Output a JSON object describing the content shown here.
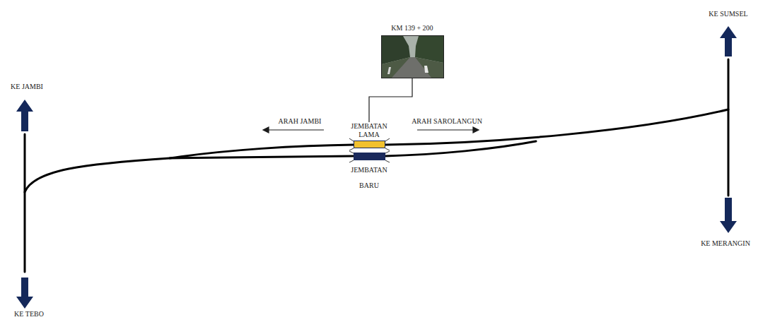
{
  "diagram": {
    "nodes": [
      {
        "text": [
          "KM 139 + 200"
        ]
      },
      {
        "text": [
          "JEMBATAN LAMA"
        ]
      },
      {
        "text": [
          "JEMBATAN BARU"
        ]
      }
    ],
    "edges": [
      {
        "from": 0,
        "to": 1,
        "arrow": "none"
      }
    ],
    "labels": [
      "KE SUMSEL",
      "KE JAMBI",
      "ARAH JAMBI",
      "ARAH SAROLANGUN",
      "KE MERANGIN",
      "KE TEBO"
    ]
  }
}
